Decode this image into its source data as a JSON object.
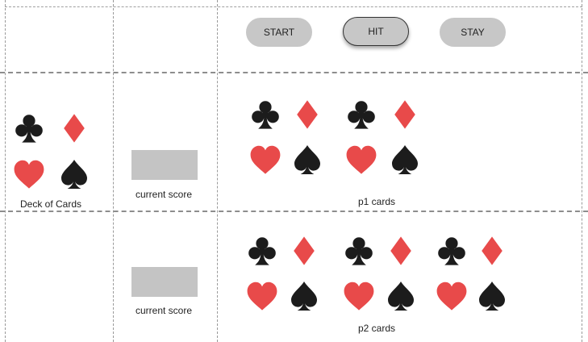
{
  "controls": {
    "start_label": "START",
    "hit_label": "HIT",
    "stay_label": "STAY"
  },
  "deck": {
    "label": "Deck of Cards"
  },
  "player1": {
    "score_label": "current score",
    "cards_label": "p1 cards",
    "score_value": ""
  },
  "player2": {
    "score_label": "current score",
    "cards_label": "p2 cards",
    "score_value": ""
  },
  "suit_icons": [
    "club-icon",
    "diamond-icon",
    "heart-icon",
    "spade-icon"
  ],
  "colors": {
    "black_suit": "#1c1c1c",
    "red_suit": "#e84a4a",
    "score_box": "#c4c4c4",
    "button": "#c7c7c7"
  }
}
